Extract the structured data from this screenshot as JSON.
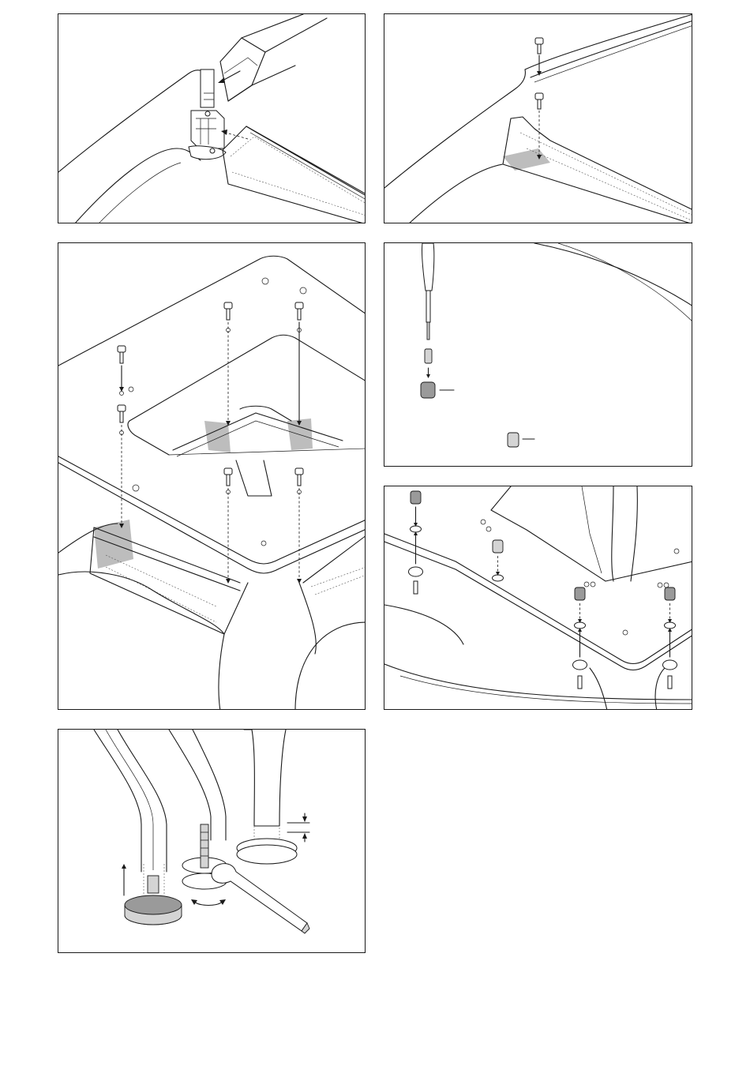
{
  "figure": {
    "panels": [
      {
        "id": "step-1",
        "icon": "leg-bracket-rail-insertion"
      },
      {
        "id": "step-2",
        "icon": "rail-screw-fastening"
      },
      {
        "id": "step-3",
        "icon": "top-plate-screw-fastening"
      },
      {
        "id": "step-4",
        "icon": "hex-key-and-insert-nuts"
      },
      {
        "id": "step-5",
        "icon": "insert-nuts-and-washer-screws"
      },
      {
        "id": "step-6",
        "icon": "leveling-feet-wrench-adjustment"
      }
    ],
    "colors": {
      "line": "#1a1a1a",
      "shade": "#bdbdbd",
      "dark_part": "#9a9a9a",
      "light_part": "#d4d4d4"
    }
  }
}
